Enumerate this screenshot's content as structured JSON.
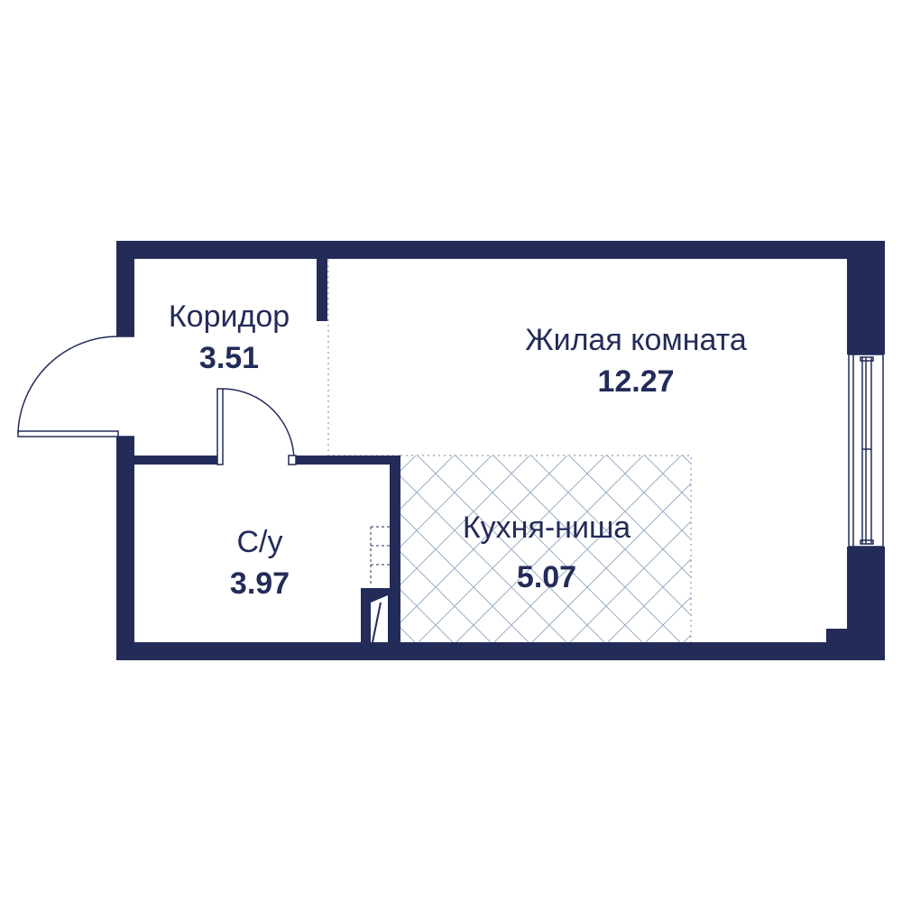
{
  "colors": {
    "wall": "#232b59",
    "text": "#232b59",
    "grid": "#9aaec4",
    "background": "#ffffff"
  },
  "rooms": [
    {
      "key": "corridor",
      "name": "Коридор",
      "area": "3.51"
    },
    {
      "key": "living",
      "name": "Жилая комната",
      "area": "12.27"
    },
    {
      "key": "bathroom",
      "name": "С/у",
      "area": "3.97"
    },
    {
      "key": "kitchen",
      "name": "Кухня-ниша",
      "area": "5.07"
    }
  ]
}
